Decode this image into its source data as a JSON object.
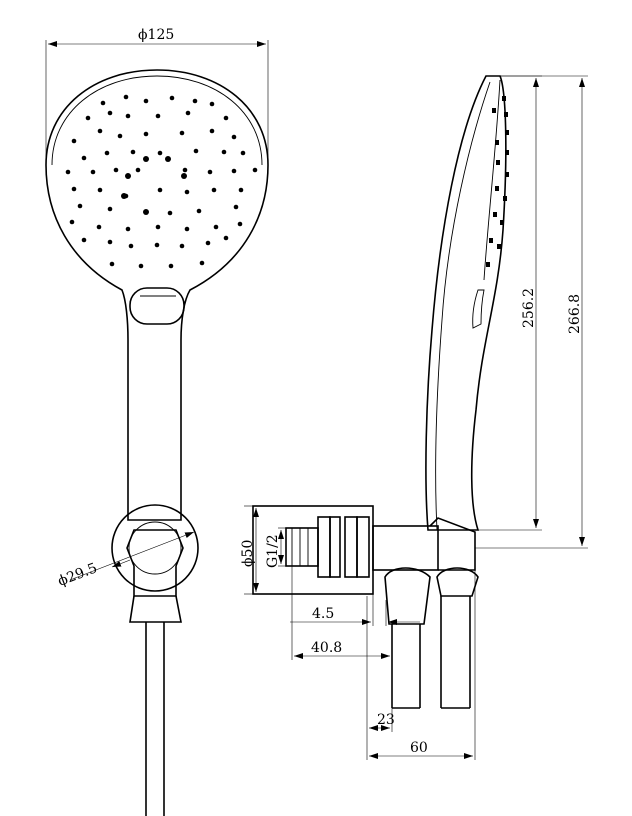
{
  "dimensions": {
    "head_diameter": "ϕ125",
    "bracket_diameter": "ϕ29.5",
    "height_to_face": "256.2",
    "overall_height": "266.8",
    "base_diameter": "ϕ50",
    "thread": "G1/2",
    "offset_small": "4.5",
    "offset_connector": "40.8",
    "hose_offset": "23",
    "overall_depth": "60"
  }
}
